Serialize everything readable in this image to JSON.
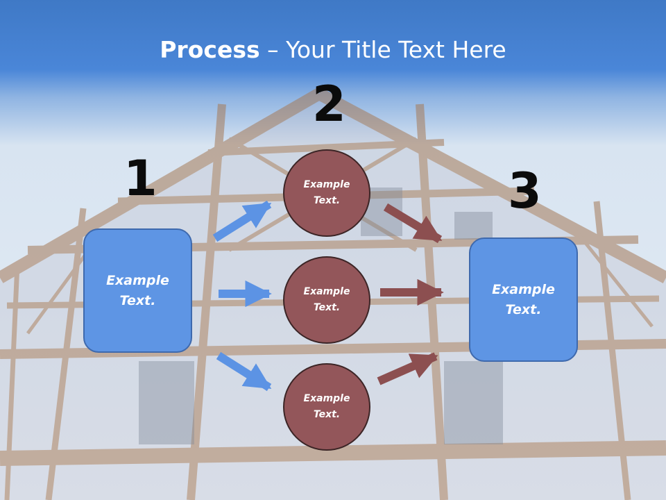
{
  "title": {
    "bold": "Process",
    "rest": " – Your Title Text Here"
  },
  "steps": [
    {
      "number": "1",
      "text": "Example\nText."
    },
    {
      "number": "2",
      "items": [
        "Example\nText.",
        "Example\nText.",
        "Example\nText."
      ]
    },
    {
      "number": "3",
      "text": "Example\nText."
    }
  ],
  "colors": {
    "box_fill": "#5e95e4",
    "box_border": "#3e69ad",
    "circle_fill": "#93565a",
    "circle_border": "#3c2526",
    "arrow_blue": "#5c93e4",
    "arrow_brown": "#8c4f50"
  }
}
